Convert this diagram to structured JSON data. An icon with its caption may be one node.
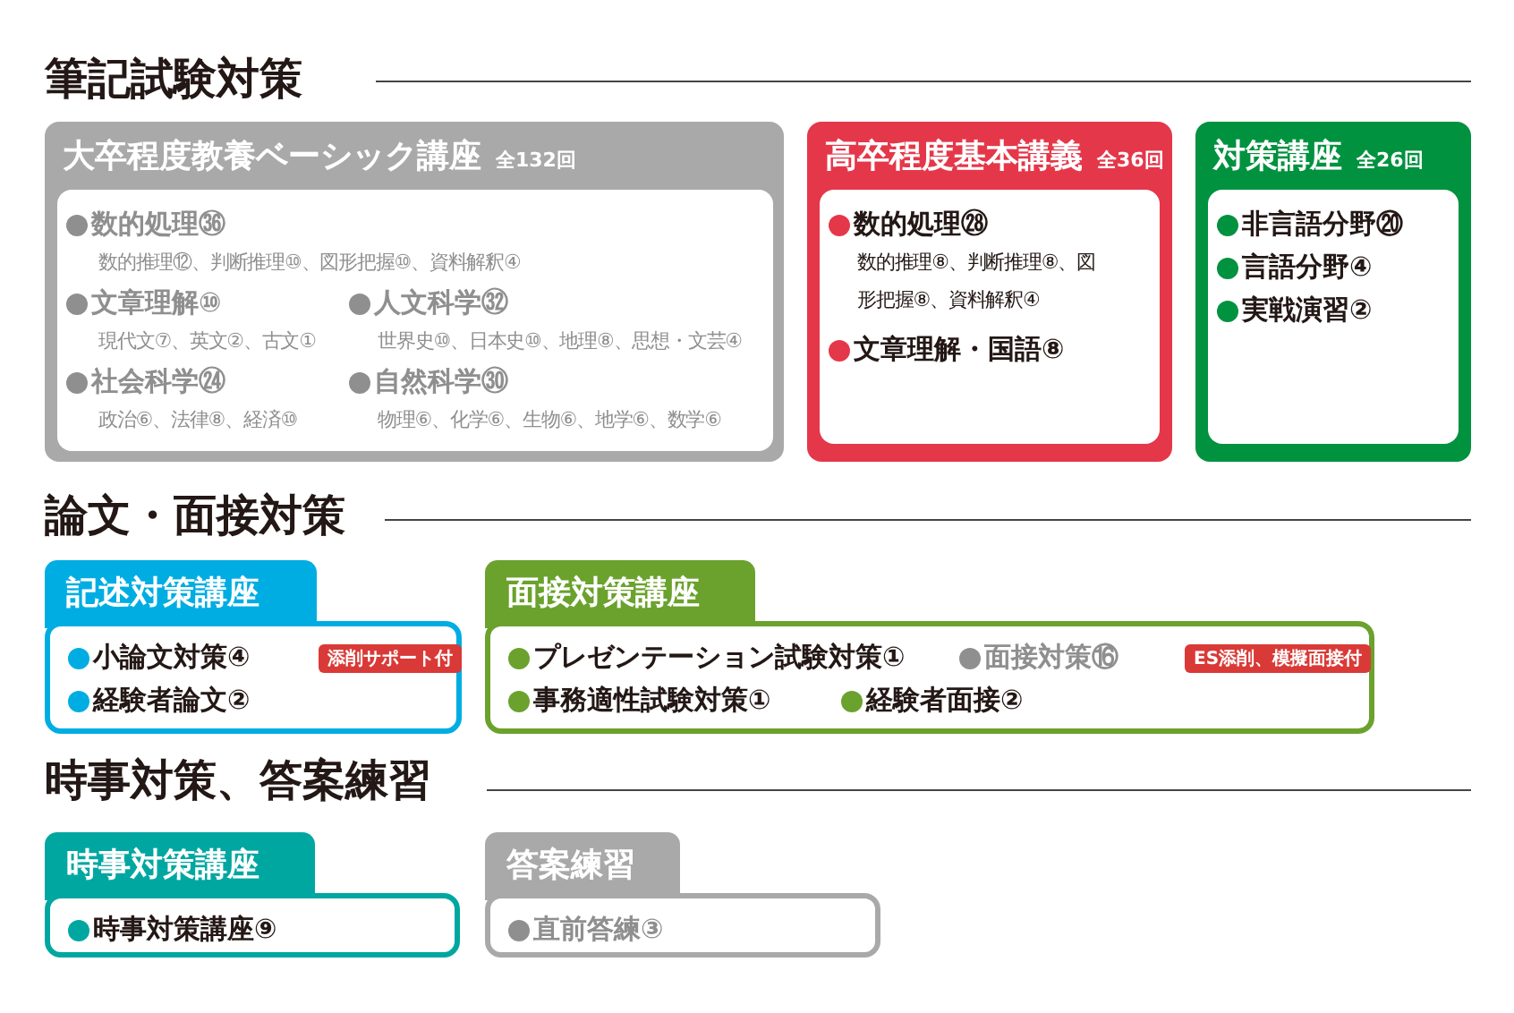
{
  "diagram": {
    "nodes": [
      {
        "text": [
          "大卒程度教養ベーシック講座",
          "全132回",
          "数的処理㊱",
          "数的推理⑫、判断推理⑩、図形把握⑩、資料解釈④",
          "文章理解⑩",
          "人文科学㉜",
          "現代文⑦、英文②、古文①",
          "世界史⑩、日本史⑩、地理⑧、思想・文芸④",
          "社会科学㉔",
          "自然科学㉚",
          "政治⑥、法律⑧、経済⑩",
          "物理⑥、化学⑥、生物⑥、地学⑥、数学⑥"
        ]
      },
      {
        "text": [
          "高卒程度基本講義",
          "全36回",
          "数的処理㉘",
          "数的推理⑧、判断推理⑧、図形把握⑧、資料解釈④",
          "文章理解・国語⑧"
        ]
      },
      {
        "text": [
          "対策講座",
          "全26回",
          "非言語分野⑳",
          "言語分野④",
          "実戦演習②"
        ]
      },
      {
        "text": [
          "記述対策講座",
          "小論文対策④",
          "経験者論文②"
        ]
      },
      {
        "text": [
          "添削サポート付"
        ],
        "in": 3
      },
      {
        "text": [
          "面接対策講座",
          "プレゼンテーション試験対策①",
          "面接対策⑯",
          "事務適性試験対策①",
          "経験者面接②"
        ]
      },
      {
        "text": [
          "ES添削、模擬面接付"
        ],
        "in": 5
      },
      {
        "text": [
          "時事対策講座",
          "時事対策講座⑨"
        ]
      },
      {
        "text": [
          "答案練習",
          "直前答練③"
        ]
      }
    ],
    "labels": [
      "筆記試験対策",
      "論文・面接対策",
      "時事対策、答案練習"
    ]
  }
}
